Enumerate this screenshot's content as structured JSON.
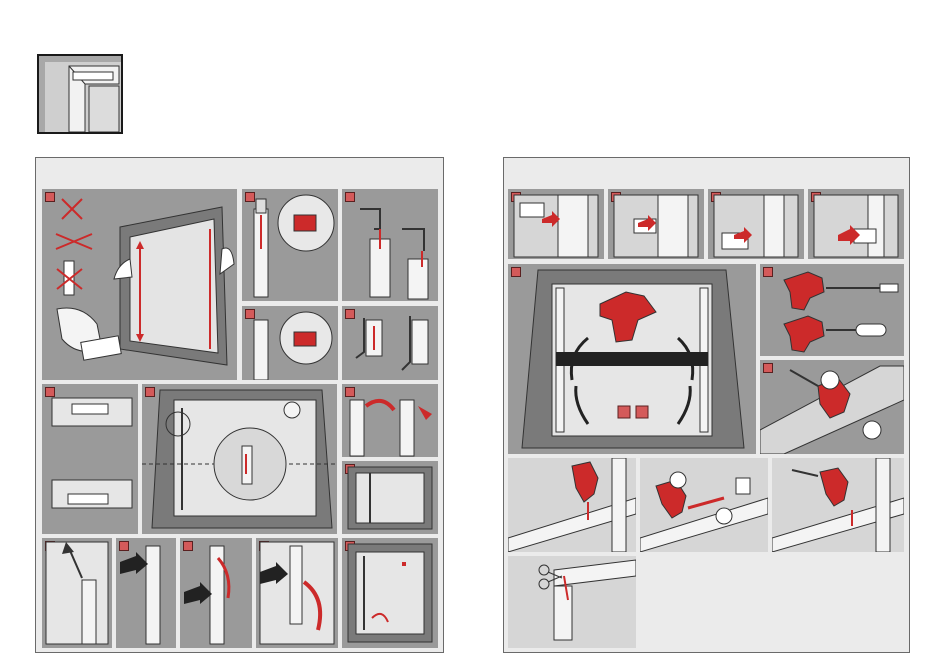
{
  "thumbnail": {
    "icon": "window-frame-corner-icon"
  },
  "left_panel": {
    "steps": [
      {
        "id": "s1",
        "icon": "window-cleaning-icon"
      },
      {
        "id": "s2",
        "icon": "clip-insert-icon"
      },
      {
        "id": "s3",
        "icon": "bracket-icon"
      },
      {
        "id": "s4",
        "icon": "clip-detail-icon"
      },
      {
        "id": "s5",
        "icon": "bracket-alt-icon"
      },
      {
        "id": "s6",
        "icon": "rail-profile-icon"
      },
      {
        "id": "s7",
        "icon": "window-measure-icon"
      },
      {
        "id": "s8",
        "icon": "profile-attach-icon"
      },
      {
        "id": "s9",
        "icon": "window-frame-icon"
      },
      {
        "id": "s10",
        "icon": "profile-insert-icon"
      },
      {
        "id": "s11",
        "icon": "push-arrow-icon"
      },
      {
        "id": "s12",
        "icon": "push-arrow-icon"
      },
      {
        "id": "s13",
        "icon": "cord-route-icon"
      },
      {
        "id": "s14",
        "icon": "window-cord-icon"
      }
    ]
  },
  "right_panel": {
    "steps": [
      {
        "id": "r1",
        "icon": "corner-clip-icon"
      },
      {
        "id": "r2",
        "icon": "corner-clip-icon"
      },
      {
        "id": "r3",
        "icon": "corner-clip-icon"
      },
      {
        "id": "r4",
        "icon": "corner-clip-icon"
      },
      {
        "id": "r5",
        "icon": "window-rotate-icon"
      },
      {
        "id": "r6",
        "icon": "screwdriver-icon"
      },
      {
        "id": "r7",
        "icon": "fixing-detail-icon"
      },
      {
        "id": "r8",
        "icon": "fixing-detail-icon"
      },
      {
        "id": "r9",
        "icon": "fixing-detail-icon"
      },
      {
        "id": "r10",
        "icon": "fixing-detail-icon"
      },
      {
        "id": "r11",
        "icon": "scissors-icon"
      }
    ]
  },
  "colors": {
    "accent": "#cc2a2a",
    "panel": "#ebebeb",
    "step": "#9a9a9a",
    "line": "#333333"
  }
}
